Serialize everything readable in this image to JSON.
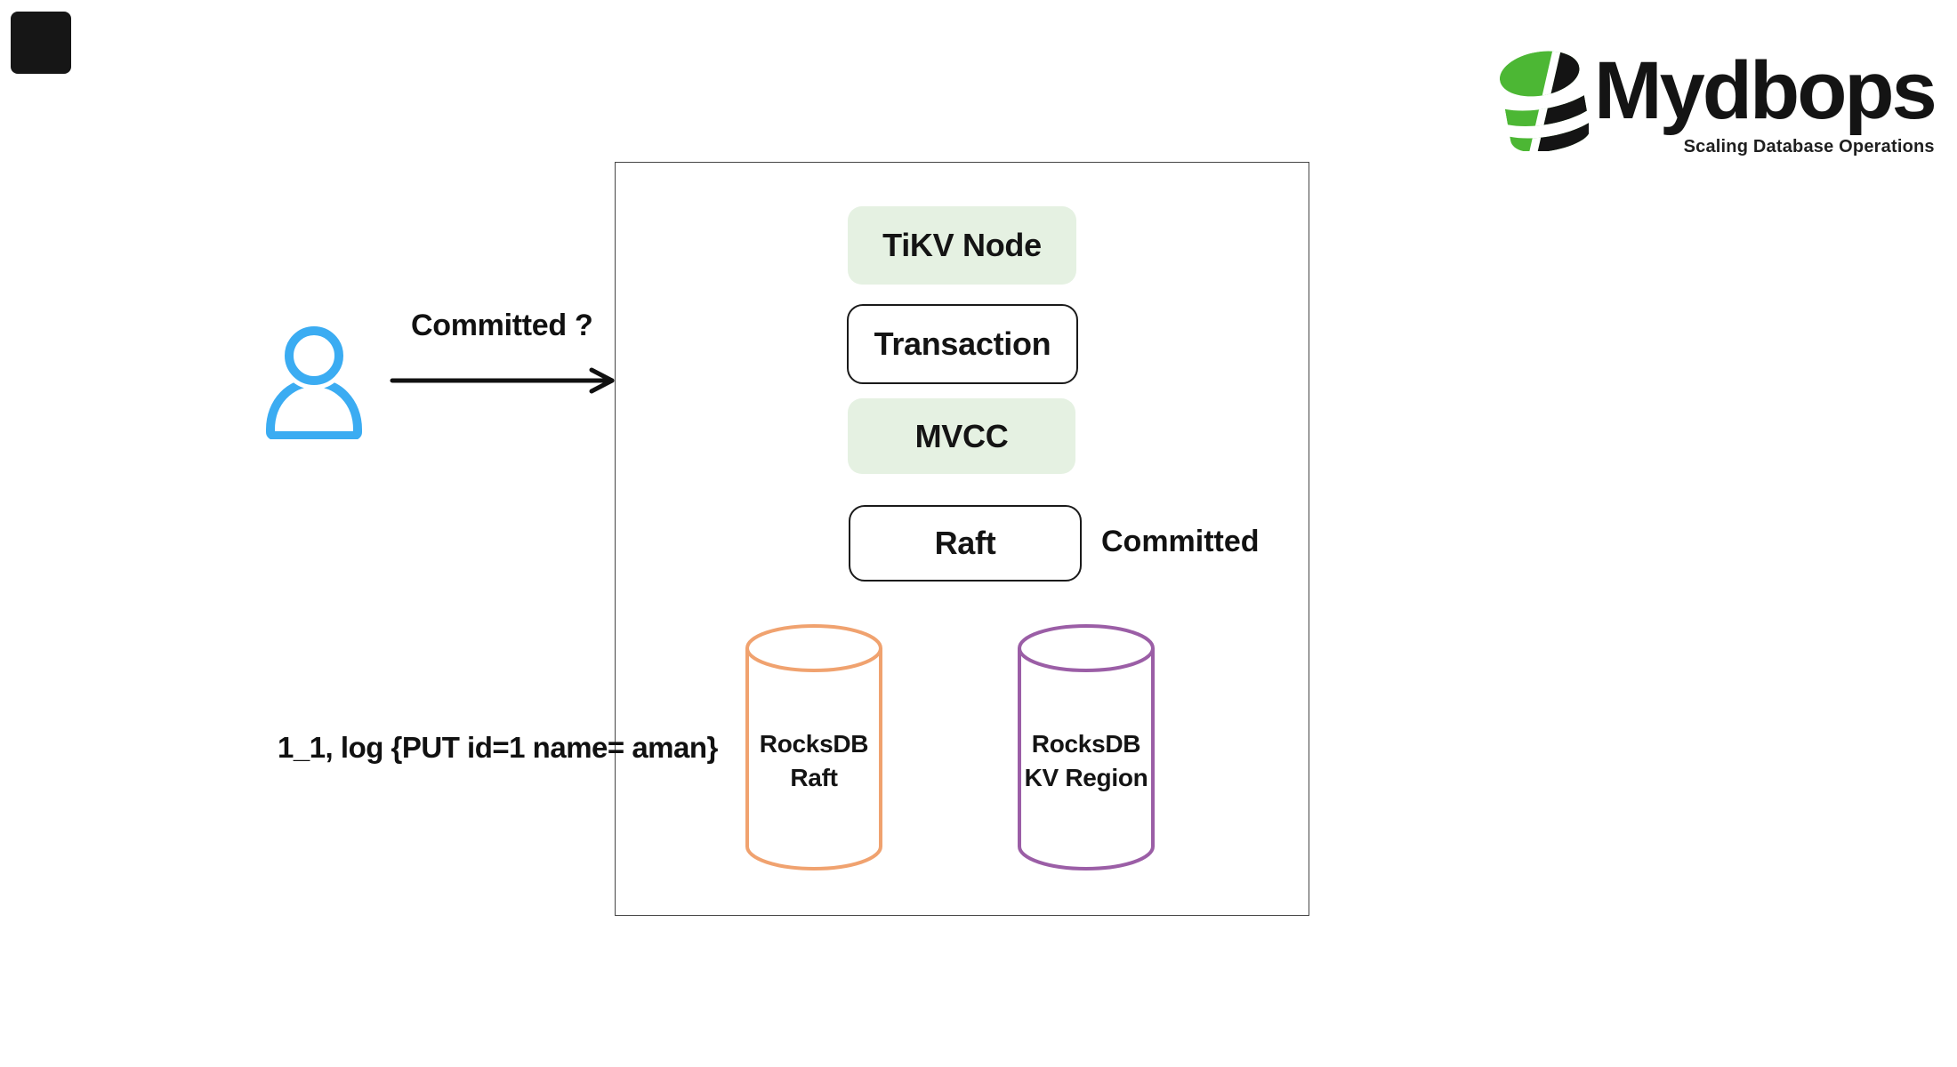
{
  "logo": {
    "brand": "Mydbops",
    "tagline": "Scaling Database Operations"
  },
  "actor": {
    "question_label": "Committed ?"
  },
  "diagram": {
    "stack": [
      {
        "label": "TiKV Node",
        "style": "filled"
      },
      {
        "label": "Transaction",
        "style": "outlined"
      },
      {
        "label": "MVCC",
        "style": "filled"
      },
      {
        "label": "Raft",
        "style": "outlined"
      }
    ],
    "committed_label": "Committed",
    "cylinders": [
      {
        "line1": "RocksDB",
        "line2": "Raft"
      },
      {
        "line1": "RocksDB",
        "line2": "KV Region"
      }
    ],
    "log_annotation": "1_1, log {PUT id=1 name= aman}"
  },
  "colors": {
    "green_fill": "#e5f1e2",
    "node_border": "#1a1a1a",
    "frame_border": "#454545",
    "ink": "#111111",
    "corner": "#161616",
    "brand_green": "#4cb734",
    "brand_dark": "#141414",
    "actor_blue": "#3bacf2",
    "cylinder_orange": "#f0a26f",
    "cylinder_purple": "#9b5ea6",
    "arrow": "#111111"
  }
}
